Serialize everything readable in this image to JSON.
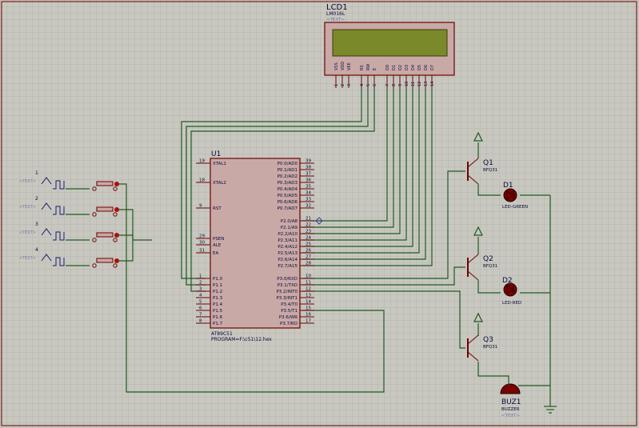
{
  "lcd": {
    "ref": "LCD1",
    "part": "LM016L",
    "text_tag": "<TEXT>",
    "pin_names": [
      "VSS",
      "VDD",
      "VEE",
      "RS",
      "RW",
      "E",
      "D0",
      "D1",
      "D2",
      "D3",
      "D4",
      "D5",
      "D6",
      "D7"
    ],
    "pin_numbers": [
      "1",
      "2",
      "3",
      "4",
      "5",
      "6",
      "7",
      "8",
      "9",
      "10",
      "11",
      "12",
      "13",
      "14"
    ]
  },
  "mcu": {
    "ref": "U1",
    "part": "AT89C51",
    "program": "PROGRAM=F:\\c51\\12.hex",
    "left_pins": [
      {
        "num": "19",
        "name": "XTAL1"
      },
      {
        "num": "18",
        "name": "XTAL2"
      },
      {
        "num": "9",
        "name": "RST"
      },
      {
        "num": "29",
        "name": "PSEN"
      },
      {
        "num": "30",
        "name": "ALE"
      },
      {
        "num": "31",
        "name": "EA"
      },
      {
        "num": "1",
        "name": "P1.0"
      },
      {
        "num": "2",
        "name": "P1.1"
      },
      {
        "num": "3",
        "name": "P1.2"
      },
      {
        "num": "4",
        "name": "P1.3"
      },
      {
        "num": "5",
        "name": "P1.4"
      },
      {
        "num": "6",
        "name": "P1.5"
      },
      {
        "num": "7",
        "name": "P1.6"
      },
      {
        "num": "8",
        "name": "P1.7"
      }
    ],
    "right_pins": [
      {
        "num": "39",
        "name": "P0.0/AD0"
      },
      {
        "num": "38",
        "name": "P0.1/AD1"
      },
      {
        "num": "37",
        "name": "P0.2/AD2"
      },
      {
        "num": "36",
        "name": "P0.3/AD3"
      },
      {
        "num": "35",
        "name": "P0.4/AD4"
      },
      {
        "num": "34",
        "name": "P0.5/AD5"
      },
      {
        "num": "33",
        "name": "P0.6/AD6"
      },
      {
        "num": "32",
        "name": "P0.7/AD7"
      },
      {
        "num": "21",
        "name": "P2.0/A8"
      },
      {
        "num": "22",
        "name": "P2.1/A9"
      },
      {
        "num": "23",
        "name": "P2.2/A10"
      },
      {
        "num": "24",
        "name": "P2.3/A11"
      },
      {
        "num": "25",
        "name": "P2.4/A12"
      },
      {
        "num": "26",
        "name": "P2.5/A13"
      },
      {
        "num": "27",
        "name": "P2.6/A14"
      },
      {
        "num": "28",
        "name": "P2.7/A15"
      },
      {
        "num": "10",
        "name": "P3.0/RXD"
      },
      {
        "num": "11",
        "name": "P3.1/TXD"
      },
      {
        "num": "12",
        "name": "P3.2/INT0"
      },
      {
        "num": "13",
        "name": "P3.3/INT1"
      },
      {
        "num": "14",
        "name": "P3.4/T0"
      },
      {
        "num": "15",
        "name": "P3.5/T1"
      },
      {
        "num": "16",
        "name": "P3.6/WR"
      },
      {
        "num": "17",
        "name": "P3.7/RD"
      }
    ]
  },
  "sources": {
    "labels": [
      "1",
      "2",
      "3",
      "4"
    ],
    "text_tag": "<TEXT>"
  },
  "transistors": [
    {
      "ref": "Q1",
      "part": "BFQ31"
    },
    {
      "ref": "Q2",
      "part": "BFQ31"
    },
    {
      "ref": "Q3",
      "part": "BFQ31"
    }
  ],
  "leds": [
    {
      "ref": "D1",
      "part": "LED-GREEN"
    },
    {
      "ref": "D2",
      "part": "LED-RED"
    }
  ],
  "buzzer": {
    "ref": "BUZ1",
    "part": "BUZZER",
    "text_tag": "<TEXT>"
  },
  "colors": {
    "background": "#c8c8c0",
    "grid": "#b4b4ac",
    "wire": "#1f5a1f",
    "outline": "#6e0000",
    "chip_fill": "#c9a9a6",
    "lcd_screen": "#7a8a2a",
    "led_fill": "#7a0000",
    "text_dark": "#0a0a3c",
    "tag": "#7878a8"
  }
}
